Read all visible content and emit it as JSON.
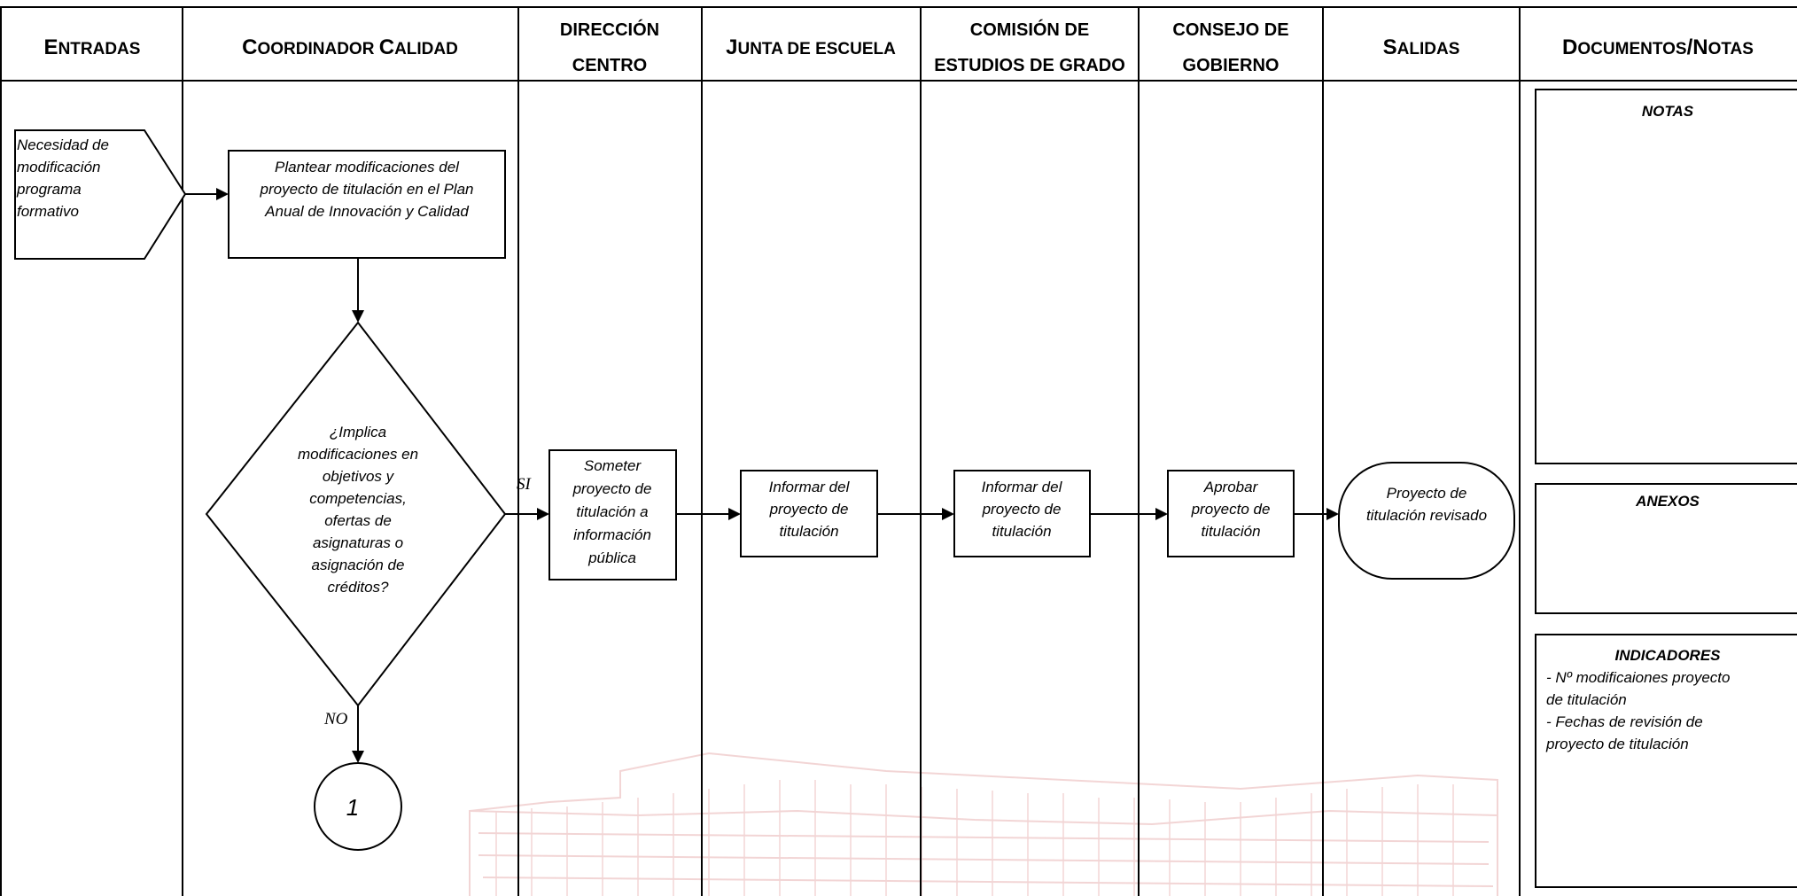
{
  "headers": {
    "entradas": {
      "big": "E",
      "small": "NTRADAS"
    },
    "coordinador": [
      {
        "big": "C",
        "small": "OORDINADOR "
      },
      {
        "big": "C",
        "small": "ALIDAD"
      }
    ],
    "direccion": [
      "DIRECCIÓN",
      "CENTRO"
    ],
    "junta": [
      {
        "big": "J",
        "small": "UNTA DE ESCUELA"
      }
    ],
    "comision": [
      "COMISIÓN DE",
      "ESTUDIOS DE GRADO"
    ],
    "consejo": [
      "CONSEJO DE",
      "GOBIERNO"
    ],
    "salidas": {
      "big": "S",
      "small": "ALIDAS"
    },
    "documentos": [
      {
        "big": "D",
        "small": "OCUMENTOS"
      },
      {
        "big": "/N",
        "small": "OTAS"
      }
    ]
  },
  "input_shape": {
    "lines": [
      "Necesidad de",
      "modificación",
      "programa",
      "formativo"
    ]
  },
  "process_plantear": {
    "lines": [
      "Plantear modificaciones del",
      "proyecto de titulación en el Plan",
      "Anual de Innovación y Calidad"
    ]
  },
  "decision": {
    "lines": [
      "¿Implica",
      "modificaciones en",
      "objetivos y",
      "competencias,",
      "ofertas de",
      "asignaturas o",
      "asignación de",
      "créditos?"
    ]
  },
  "label_si": "SI",
  "label_no": "NO",
  "connector": "1",
  "process_someter": {
    "lines": [
      "Someter",
      "proyecto de",
      "titulación a",
      "información",
      "pública"
    ]
  },
  "process_informar_junta": {
    "lines": [
      "Informar del",
      "proyecto de",
      "titulación"
    ]
  },
  "process_informar_comision": {
    "lines": [
      "Informar del",
      "proyecto de",
      "titulación"
    ]
  },
  "process_aprobar": {
    "lines": [
      "Aprobar",
      "proyecto de",
      "titulación"
    ]
  },
  "output_terminal": {
    "lines": [
      "Proyecto de",
      "titulación revisado"
    ]
  },
  "notes_box": {
    "title": "NOTAS"
  },
  "annex_box": {
    "title": "ANEXOS"
  },
  "indicators_box": {
    "title": "INDICADORES",
    "lines": [
      "- Nº modificaiones proyecto",
      "de titulación",
      "- Fechas de revisión de",
      "proyecto de titulación"
    ]
  },
  "colors": {
    "line": "#000000",
    "watermark": "#e3a8a8"
  }
}
